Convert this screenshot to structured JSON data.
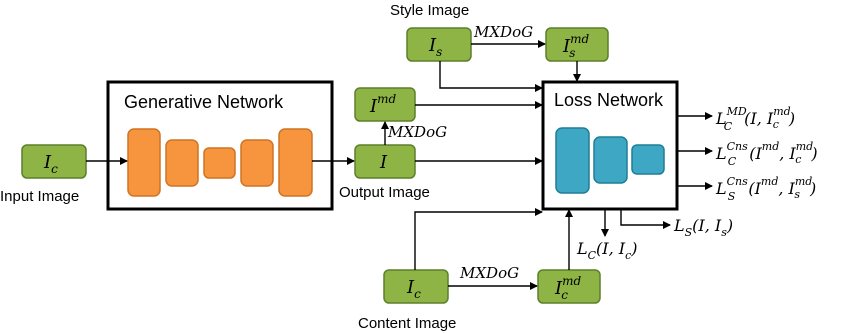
{
  "labels": {
    "style_image": "Style Image",
    "input_image": "Input Image",
    "output_image": "Output Image",
    "content_image": "Content Image",
    "generative_network": "Generative Network",
    "loss_network": "Loss Network"
  },
  "nodes": {
    "input": {
      "base": "I",
      "sub": "c",
      "sup": ""
    },
    "style": {
      "base": "I",
      "sub": "s",
      "sup": ""
    },
    "style_md": {
      "base": "I",
      "sub": "s",
      "sup": "md"
    },
    "output": {
      "base": "I",
      "sub": "",
      "sup": ""
    },
    "output_md": {
      "base": "I",
      "sub": "",
      "sup": "md"
    },
    "content": {
      "base": "I",
      "sub": "c",
      "sup": ""
    },
    "content_md": {
      "base": "I",
      "sub": "c",
      "sup": "md"
    }
  },
  "operators": {
    "style": "MXDoG",
    "output": "MXDoG",
    "content": "MXDoG"
  },
  "losses": [
    {
      "L": "L",
      "sub": "C",
      "sup": "MD",
      "args": "(I, I",
      "argsub": "c",
      "argsup": "md",
      "close": ")"
    },
    {
      "L": "L",
      "sub": "C",
      "sup": "Cns",
      "args": "(I",
      "args2": "md",
      "args3": ", I",
      "argsub": "c",
      "argsup": "md",
      "close": ")"
    },
    {
      "L": "L",
      "sub": "S",
      "sup": "Cns",
      "args": "(I",
      "args2": "md",
      "args3": ", I",
      "argsub": "s",
      "argsup": "md",
      "close": ")"
    }
  ],
  "bottom_losses": {
    "ls": {
      "L": "L",
      "sub": "S",
      "args": "(I, I",
      "argsub": "s",
      "close": ")"
    },
    "lc": {
      "L": "L",
      "sub": "C",
      "args": "(I, I",
      "argsub": "c",
      "close": ")"
    }
  },
  "colors": {
    "node_fill": "#8db444",
    "node_stroke": "#5e7f2a",
    "gen_fill": "#f7953f",
    "gen_stroke": "#cf7424",
    "loss_fill": "#3ea8c4",
    "loss_stroke": "#1f7d95",
    "line": "#000000"
  }
}
